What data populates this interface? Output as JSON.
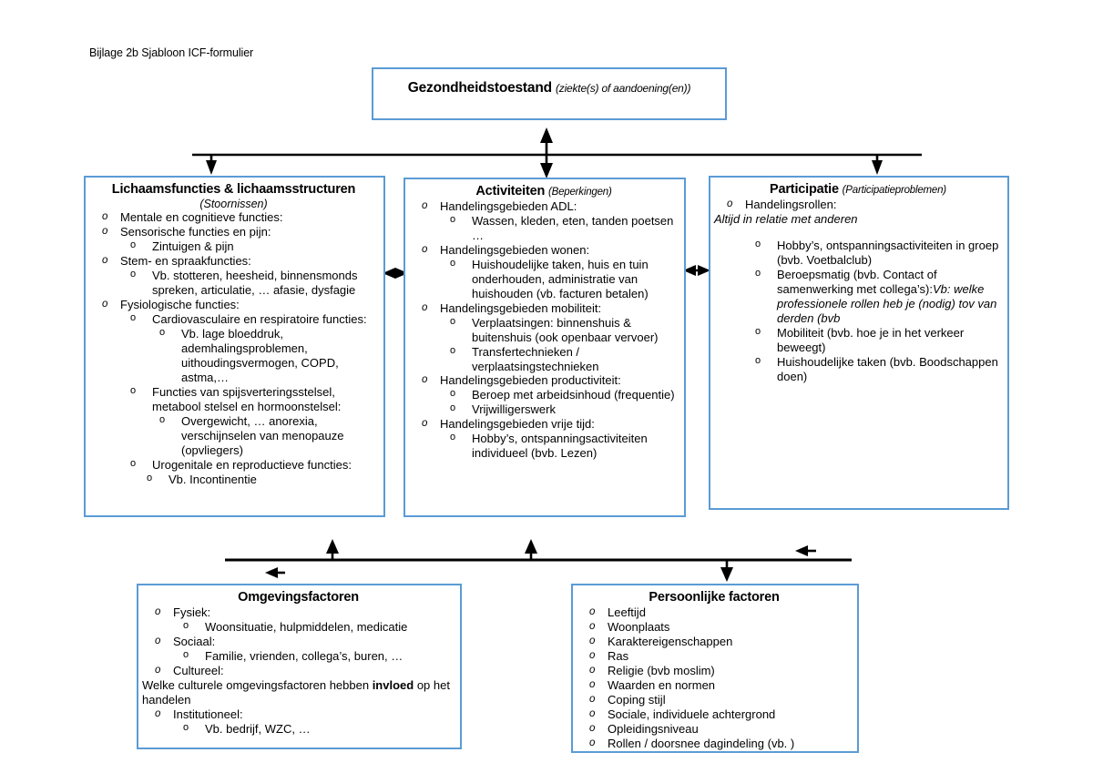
{
  "document": {
    "header": "Bijlage 2b Sjabloon ICF-formulier"
  },
  "colors": {
    "box_border": "#5B9BD5",
    "arrow": "#000000",
    "text": "#000000",
    "background": "#FFFFFF"
  },
  "health_condition": {
    "title": "Gezondheidstoestand",
    "subtitle": "(ziekte(s) of aandoening(en))"
  },
  "body_functions": {
    "title": "Lichaamsfuncties & lichaamsstructuren",
    "subtitle": "(Stoornissen)",
    "items": [
      {
        "level": 1,
        "text": "Mentale en cognitieve functies:"
      },
      {
        "level": 1,
        "text": "Sensorische functies en pijn:"
      },
      {
        "level": 2,
        "text": "Zintuigen & pijn"
      },
      {
        "level": 1,
        "text": "Stem- en spraakfuncties:"
      },
      {
        "level": 2,
        "text": "Vb. stotteren, heesheid, binnensmonds spreken, articulatie, … afasie, dysfagie"
      },
      {
        "level": 1,
        "text": "Fysiologische functies:"
      },
      {
        "level": 2,
        "text": "Cardiovasculaire en respiratoire functies:"
      },
      {
        "level": 3,
        "text": "Vb. lage bloeddruk, ademhalingsproblemen, uithoudingsvermogen, COPD, astma,…"
      },
      {
        "level": 2,
        "text": "Functies van spijsverteringsstelsel, metabool stelsel en hormoonstelsel:"
      },
      {
        "level": 3,
        "text": "Overgewicht, … anorexia, verschijnselen van menopauze (opvliegers)"
      },
      {
        "level": 2,
        "text": "Urogenitale en reproductieve functies:"
      },
      {
        "level": 3,
        "text": "Vb. Incontinentie"
      }
    ]
  },
  "activities": {
    "title": "Activiteiten",
    "subtitle": "(Beperkingen)",
    "items": [
      {
        "level": 1,
        "text": "Handelingsgebieden ADL:"
      },
      {
        "level": 2,
        "text": "Wassen, kleden, eten, tanden poetsen …"
      },
      {
        "level": 1,
        "text": "Handelingsgebieden wonen:"
      },
      {
        "level": 2,
        "text": "Huishoudelijke taken, huis en tuin onderhouden, administratie van huishouden (vb. facturen betalen)"
      },
      {
        "level": 1,
        "text": "Handelingsgebieden mobiliteit:"
      },
      {
        "level": 2,
        "text": "Verplaatsingen: binnenshuis & buitenshuis (ook openbaar vervoer)"
      },
      {
        "level": 2,
        "text": "Transfertechnieken / verplaatsingstechnieken"
      },
      {
        "level": 1,
        "text": "Handelingsgebieden productiviteit:"
      },
      {
        "level": 2,
        "text": "Beroep met arbeidsinhoud (frequentie)"
      },
      {
        "level": 2,
        "text": "Vrijwilligerswerk"
      },
      {
        "level": 1,
        "text": "Handelingsgebieden vrije tijd:"
      },
      {
        "level": 2,
        "text": "Hobby’s, ontspanningsactiviteiten individueel (bvb. Lezen)"
      }
    ]
  },
  "participation": {
    "title": "Participatie",
    "subtitle": "(Participatieproblemen)",
    "lead_item": "Handelingsrollen:",
    "lead_note": "Altijd in relatie met anderen",
    "items": [
      {
        "text": "Hobby’s, ontspanningsactiviteiten in groep (bvb. Voetbalclub)",
        "note": ""
      },
      {
        "text": "Beroepsmatig (bvb. Contact of samenwerking met collega’s):",
        "note": "Vb: welke professionele rollen heb je (nodig) tov van derden (bvb"
      },
      {
        "text": "Mobiliteit (bvb. hoe je in het verkeer beweegt)",
        "note": ""
      },
      {
        "text": "Huishoudelijke taken (bvb. Boodschappen doen)",
        "note": ""
      }
    ]
  },
  "environment": {
    "title": "Omgevingsfactoren",
    "items": [
      {
        "level": 1,
        "text": "Fysiek:"
      },
      {
        "level": 2,
        "text": "Woonsituatie, hulpmiddelen, medicatie"
      },
      {
        "level": 1,
        "text": "Sociaal:"
      },
      {
        "level": 2,
        "text": "Familie, vrienden, collega’s, buren, …"
      },
      {
        "level": 1,
        "text": "Cultureel:"
      },
      {
        "level": 0,
        "text": "Welke culturele omgevingsfactoren hebben invloed op het handelen",
        "bold_word": "invloed"
      },
      {
        "level": 1,
        "text": "Institutioneel:"
      },
      {
        "level": 2,
        "text": "Vb. bedrijf, WZC, …"
      }
    ],
    "cultural_text_before": "Welke culturele omgevingsfactoren hebben ",
    "cultural_bold": "invloed",
    "cultural_text_after": " op het handelen"
  },
  "personal": {
    "title": "Persoonlijke factoren",
    "items": [
      "Leeftijd",
      "Woonplaats",
      "Karaktereigenschappen",
      "Ras",
      "Religie (bvb moslim)",
      "Waarden en normen",
      "Coping stijl",
      "Sociale, individuele achtergrond",
      "Opleidingsniveau",
      "Rollen / doorsnee dagindeling (vb. )"
    ]
  },
  "connectors": {
    "top_bar_label": "health-to-domains-bar",
    "bottom_bar_label": "contextual-factors-bar",
    "vertical_double_arrow": "health-activities-double-arrow",
    "left_double_arrow": "functions-activities-double-arrow",
    "right_double_arrow": "activities-participation-double-arrow"
  }
}
